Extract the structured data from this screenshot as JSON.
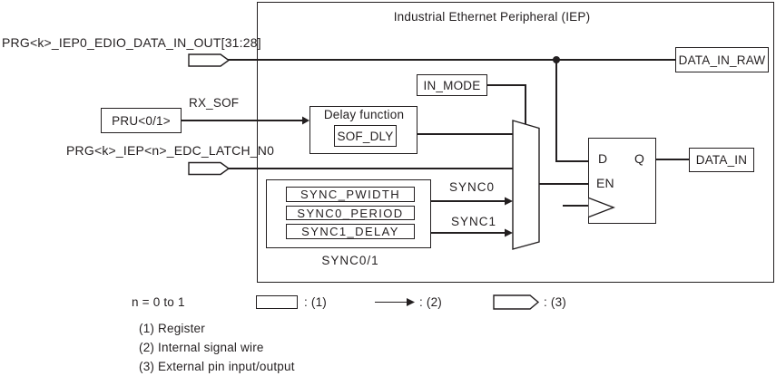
{
  "colors": {
    "line": "#231f20",
    "background": "#ffffff"
  },
  "iep": {
    "title": "Industrial Ethernet Peripheral (IEP)"
  },
  "inputs": {
    "data_in_out_label": "PRG<k>_IEP0_EDIO_DATA_IN_OUT[31:28]",
    "edc_latch_label": "PRG<k>_IEP<n>_EDC_LATCH_N0",
    "pru_label": "PRU<0/1>",
    "rx_sof_label": "RX_SOF"
  },
  "blocks": {
    "delay_function_label": "Delay function",
    "sof_dly_label": "SOF_DLY",
    "in_mode_label": "IN_MODE",
    "sync_pwidth_label": "SYNC_PWIDTH",
    "sync0_period_label": "SYNC0_PERIOD",
    "sync1_delay_label": "SYNC1_DELAY",
    "sync_group_label": "SYNC0/1"
  },
  "signals": {
    "sync0": "SYNC0",
    "sync1": "SYNC1"
  },
  "flipflop": {
    "d": "D",
    "q": "Q",
    "en": "EN"
  },
  "outputs": {
    "data_in_raw": "DATA_IN_RAW",
    "data_in": "DATA_IN"
  },
  "legend": {
    "note": "n = 0 to 1",
    "register_label": ": (1)",
    "wire_label": ": (2)",
    "pin_label": ": (3)",
    "items": [
      "(1) Register",
      "(2) Internal signal wire",
      "(3) External pin input/output"
    ]
  }
}
